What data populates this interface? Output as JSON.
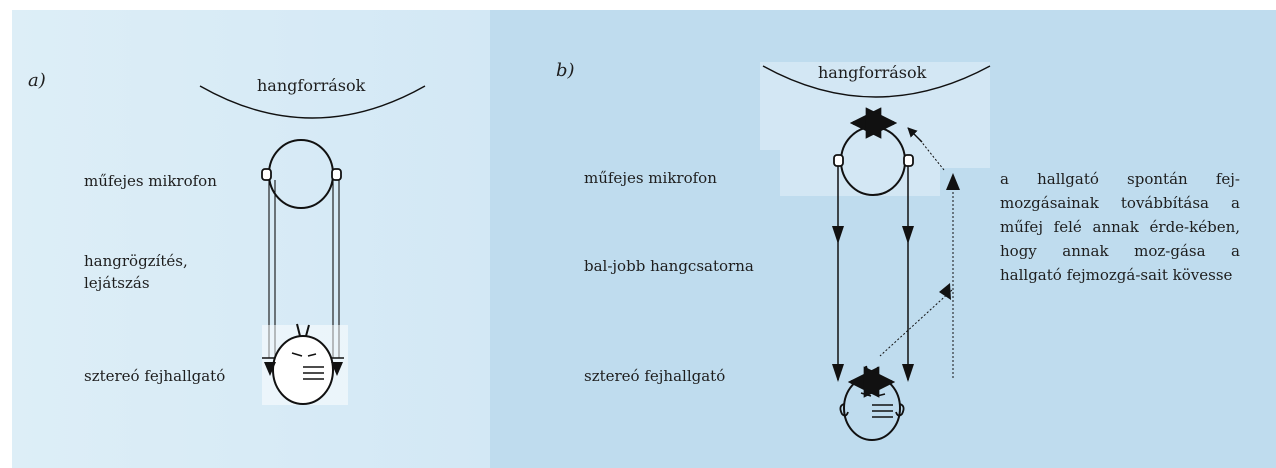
{
  "panel_a": {
    "letter": "a)",
    "sources_label": "hangforrások",
    "mic_label": "műfejes mikrofon",
    "recording_label_line1": "hangrögzítés,",
    "recording_label_line2": "lejátszás",
    "headphones_label": "sztereó fejhallgató"
  },
  "panel_b": {
    "letter": "b)",
    "sources_label": "hangforrások",
    "mic_label": "műfejes mikrofon",
    "channel_label": "bal-jobb hangcsatorna",
    "headphones_label": "sztereó fejhallgató",
    "description": "a hallgató spontán fej-mozgásainak továbbítása a műfej felé annak érde-kében, hogy annak moz-gása a hallgató fejmozgá-sait kövesse"
  },
  "colors": {
    "panel_a_bg": "#d9ecf6",
    "panel_b_bg": "#bfdcee",
    "line": "#111111"
  }
}
